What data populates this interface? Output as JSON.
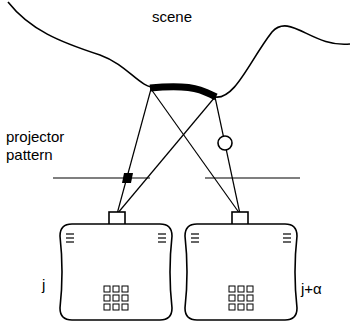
{
  "diagram": {
    "labels": [
      "scene",
      "projector pattern",
      "j",
      "j+α"
    ]
  }
}
